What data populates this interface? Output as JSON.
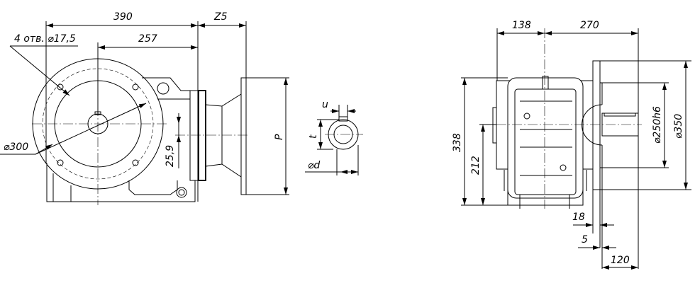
{
  "drawing": {
    "side_view": {
      "dim_overall_length": "390",
      "dim_adapter_length": "Z5",
      "dim_shaft_to_flange": "257",
      "holes_note": "4 отв. ⌀17,5",
      "dim_flange_diameter": "⌀300",
      "dim_offset": "25,9",
      "dim_motor_flange": "P"
    },
    "shaft_section": {
      "dim_key_width": "u",
      "dim_key_depth": "t",
      "dim_shaft_diameter": "⌀d"
    },
    "front_view": {
      "dim_left_to_axis": "138",
      "dim_axis_to_shaft_end": "270",
      "dim_overall_height": "338",
      "dim_axis_height": "212",
      "dim_spigot_diameter": "⌀250h6",
      "dim_flange_outer_diameter": "⌀350",
      "dim_flange_thickness": "18",
      "dim_spigot_length": "5",
      "dim_shaft_length": "120"
    }
  }
}
